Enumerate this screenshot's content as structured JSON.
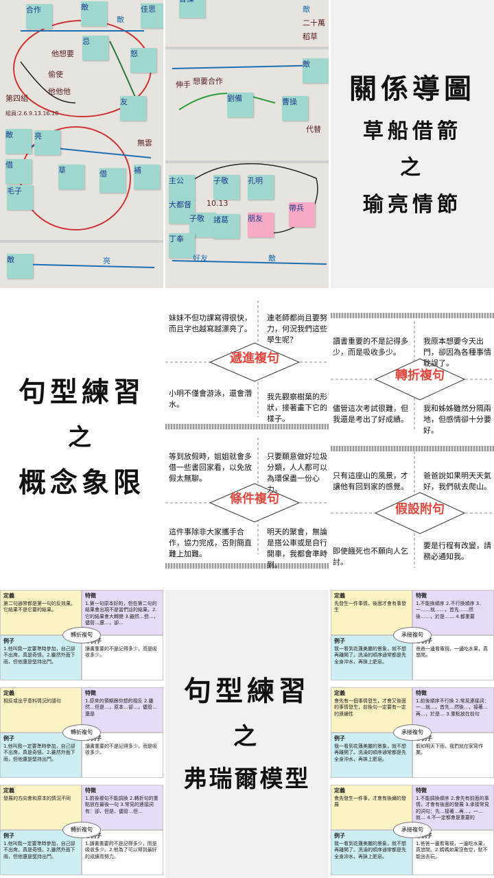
{
  "titles": {
    "relation_map": [
      "關係導圖",
      "草船借箭",
      "之",
      "瑜亮情節"
    ],
    "quadrant": [
      "句型練習",
      "之",
      "概念象限"
    ],
    "frayer": [
      "句型練習",
      "之",
      "弗瑞爾模型"
    ]
  },
  "board1": {
    "notes": [
      "合作",
      "敵",
      "佳思",
      "忌",
      "怒",
      "友",
      "敵",
      "亮",
      "借",
      "草",
      "借",
      "補",
      "毛子",
      "敵"
    ],
    "handwriting": [
      "第四組",
      "組員:2.6.9.13.16.18",
      "他想要",
      "偷使",
      "他他他",
      "無雲",
      "敵",
      "亮"
    ]
  },
  "board2": {
    "notes": [
      "曹操",
      "敵",
      "劉備",
      "曹操",
      "主公",
      "大都督",
      "子敬",
      "孔明",
      "子敬",
      "諸葛",
      "丁奉",
      "朋友",
      "帶兵"
    ],
    "handwriting": [
      "敵",
      "二十萬",
      "稻草",
      "代替",
      "伸手",
      "想要合作",
      "10.13",
      "敵",
      "好友"
    ]
  },
  "concept": {
    "q1": {
      "label": "遞進複句",
      "sentences": [
        "妹妹不但功課寫得很快，而且字也越寫越漂亮了。",
        "連老師都尚且要努力，何況我們這些學生呢？",
        "小明不僅會游泳，還會潛水。",
        "我先觀察樹葉的形狀，接著畫下它的樣子。"
      ],
      "keywords": [
        "不但",
        "而且",
        "都",
        "尚且",
        "何況",
        "不僅",
        "還",
        "先",
        "接著"
      ]
    },
    "q2": {
      "label": "轉折複句",
      "sentences": [
        "讀書重要的不是記得多少，而是吸收多少。",
        "我原本想要今天出門，卻因為各種事情耽誤了。",
        "儘管這次考試很難，但我還是考出了好成績。",
        "我和姊姊雖然分隔兩地，但感情卻十分要好。"
      ],
      "keywords": [
        "不是",
        "而是",
        "原本",
        "卻",
        "儘管",
        "但",
        "雖然",
        "但"
      ]
    },
    "q3": {
      "label": "條件複句",
      "sentences": [
        "等到放假時，姐姐就會多借一些書回家看，以免放假太無聊。",
        "只要願意做好垃圾分類，人人都可以為環保盡一份心力。",
        "這件事除非大家攜手合作，協力完成，否則簡直難上加難。",
        "明天的聚會，無論是搭公車或是自行開車，我都會準時到。"
      ],
      "keywords": [
        "就",
        "以免",
        "只要",
        "都",
        "除非",
        "否則",
        "無論",
        "或是",
        "都"
      ]
    },
    "q4": {
      "label": "假設附句",
      "sentences": [
        "只有這座山的風景，才讓他有回到家的感覺。",
        "爸爸說如果明天天氣好，我們就去爬山。",
        "即使餓死也不願向人乞討。",
        "要是行程有改變，請務必通知我。"
      ],
      "keywords": [
        "只有",
        "才",
        "如果",
        "就",
        "即使",
        "也",
        "要是"
      ]
    }
  },
  "frayer_left": {
    "blocks": [
      {
        "definition_label": "定義",
        "definition": "第二句通常都是第一句的反效果。它結果不是它要的結果。",
        "features_label": "特徵",
        "features": "1.第一句原本好的，但在第二句的結果會出現不是當們這的結果。2.它的結果會大轉變 3.雖然…但…，儘管…還…，卻…",
        "center": "轉折複句",
        "examples_label": "例子",
        "examples": "1.他叫我一定要準時參加，自己卻不出席，真是奇怪。2.雖然外面下雨，但他還是堅持出門。",
        "non_examples_label": "非例子",
        "non_examples": "讀書重要的不是記得多少，而是吸收多少。"
      },
      {
        "definition_label": "定義",
        "definition": "相反或出乎意料情況的語句",
        "features_label": "特徵",
        "features": "1.原來的預期跟你想的相反 2.雖然…但是…，原本…卻…，儘管…還是",
        "center": "轉折複句",
        "examples_label": "例子",
        "examples": "1.他叫我一定要準時參加，自己卻不出席，真是奇怪。2.雖然外面下雨，但他還是堅持出門。",
        "non_examples_label": "非例子",
        "non_examples": "讀書重要的不是記得多少，而是吸收多少。"
      },
      {
        "definition_label": "定義",
        "definition": "發展的方向會和原本的情況不同",
        "features_label": "特徵",
        "features": "1.前後複句不能調換 2.轉折句的重點放在最後一句 3.常見的連接詞有：卻、但是、儘管…但…",
        "center": "轉折複句",
        "examples_label": "例子",
        "examples": "1.他叫我一定要準時參加，自己卻不出席，真是奇怪。2.雖然外面下雨，但他還是堅持出門。",
        "non_examples_label": "非例子",
        "non_examples": "1.讀書重要的不是記得多少，而是吸收多少。2.他為了可以得到最好的成績而努力。"
      }
    ]
  },
  "frayer_right": {
    "blocks": [
      {
        "definition_label": "定義",
        "definition": "先發生一件事情，後面才會有事發生",
        "features_label": "特徵",
        "features": "1.不能換順序 2.不行換順序 3.一……就……，首先……然後……，於是…… 4.都重要",
        "center": "承接複句",
        "examples_label": "例子",
        "examples": "我一看到花蓮美麗的景象，就不想再離開了。洗澡的順序通常都是先全身沖水，再抹上肥皂。",
        "non_examples_label": "非例子",
        "non_examples": "爸爸一邊看電視，一邊吃水果，真悠閒。"
      },
      {
        "definition_label": "定義",
        "definition": "會先有一個事情發生，才會又後面的事情發生，前後句一定要有一定的連續性",
        "features_label": "特徵",
        "features": "1.前後順序不行換 2.常見連接詞：一…就…，首先…然後…，接著…再…，於是… 3.重點放在前句",
        "center": "承接複句",
        "examples_label": "例子",
        "examples": "我一看到花蓮美麗的景象，就不想再離開了。洗澡的順序通常都是先全身沖水，再抹上肥皂。",
        "non_examples_label": "非例子",
        "non_examples": "假如明天下雨，我們就在家寫作業。"
      },
      {
        "definition_label": "定義",
        "definition": "會先發生一件事，才會有後續的發展",
        "features_label": "特徵",
        "features": "1.不能調換順序 2.會先有前面的事情，才會有後面的發展 3.承接常見的詞句：先…接著…再…，一…就… 4.不一定都會是重要的",
        "center": "承接複句",
        "examples_label": "例子",
        "examples": "我一看到花蓮美麗的景象，就不想再離開了。洗澡的順序通常都是先全身沖水，再抹上肥皂。",
        "non_examples_label": "非例子",
        "non_examples": "1.爸爸一邊看電視，一邊吃水果，真悠閒。2.媽媽如果沒有空，就不能出去玩。"
      }
    ]
  }
}
